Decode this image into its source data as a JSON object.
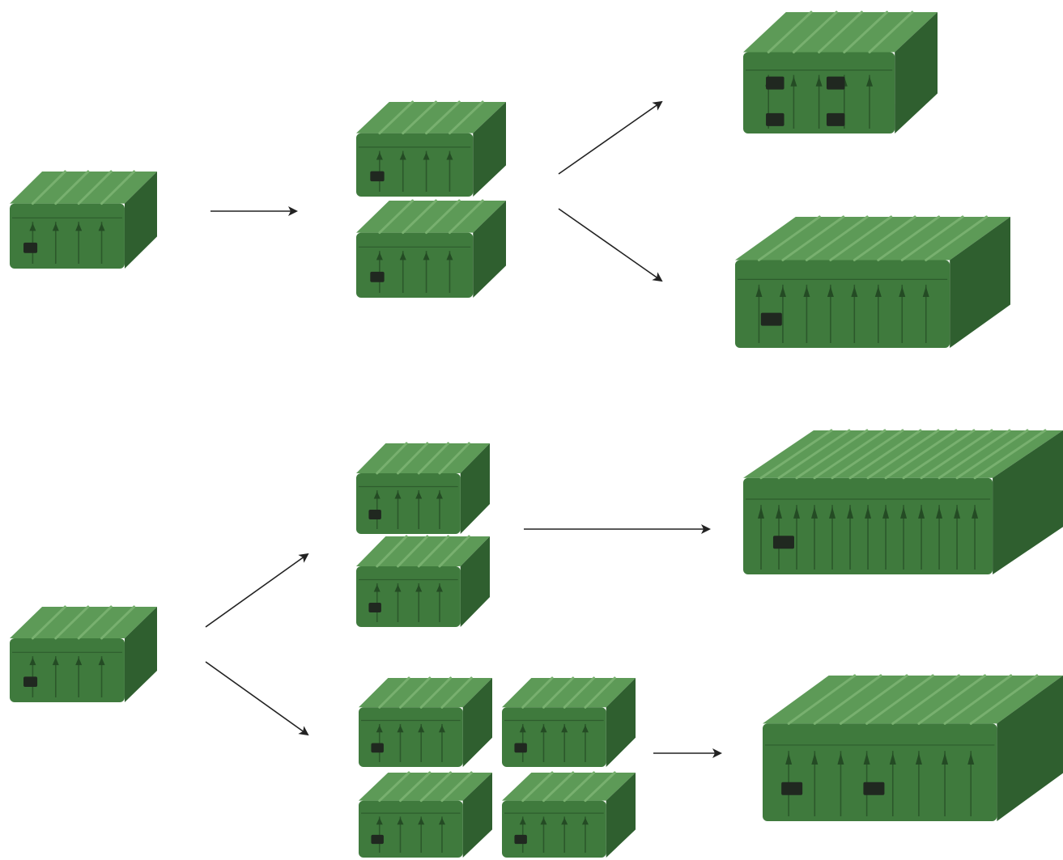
{
  "diagram": {
    "colors": {
      "background": "#ffffff",
      "case_front": "#3f7a3d",
      "case_top": "#5d9a57",
      "case_side": "#2f5f2f",
      "case_rib": "#78b06f",
      "case_dark": "#244b24",
      "handle": "#202820",
      "arrow": "#222222"
    },
    "cases": [
      {
        "id": "case-single-top-left",
        "ribs": 4,
        "handle_slots": 1
      },
      {
        "id": "case-pair-top-a",
        "ribs": 4,
        "handle_slots": 1
      },
      {
        "id": "case-pair-top-b",
        "ribs": 4,
        "handle_slots": 1
      },
      {
        "id": "case-stacked-double",
        "ribs": 5,
        "handle_slots": 4
      },
      {
        "id": "case-long-double",
        "ribs": 8,
        "handle_slots": 1
      },
      {
        "id": "case-single-bottom-left",
        "ribs": 4,
        "handle_slots": 1
      },
      {
        "id": "case-pair-bottom-a",
        "ribs": 4,
        "handle_slots": 1
      },
      {
        "id": "case-pair-bottom-b",
        "ribs": 4,
        "handle_slots": 1
      },
      {
        "id": "case-very-long",
        "ribs": 13,
        "handle_slots": 1
      },
      {
        "id": "case-quad-a",
        "ribs": 4,
        "handle_slots": 1
      },
      {
        "id": "case-quad-b",
        "ribs": 4,
        "handle_slots": 1
      },
      {
        "id": "case-quad-c",
        "ribs": 4,
        "handle_slots": 1
      },
      {
        "id": "case-quad-d",
        "ribs": 4,
        "handle_slots": 1
      },
      {
        "id": "case-large-block",
        "ribs": 8,
        "handle_slots": 2
      }
    ],
    "arrows": [
      {
        "id": "arrow-single-to-pair-top"
      },
      {
        "id": "arrow-pair-to-stacked"
      },
      {
        "id": "arrow-pair-to-long"
      },
      {
        "id": "arrow-single-to-pair-bottom"
      },
      {
        "id": "arrow-single-to-quad"
      },
      {
        "id": "arrow-pair-to-very-long"
      },
      {
        "id": "arrow-quad-to-large-block"
      }
    ]
  }
}
